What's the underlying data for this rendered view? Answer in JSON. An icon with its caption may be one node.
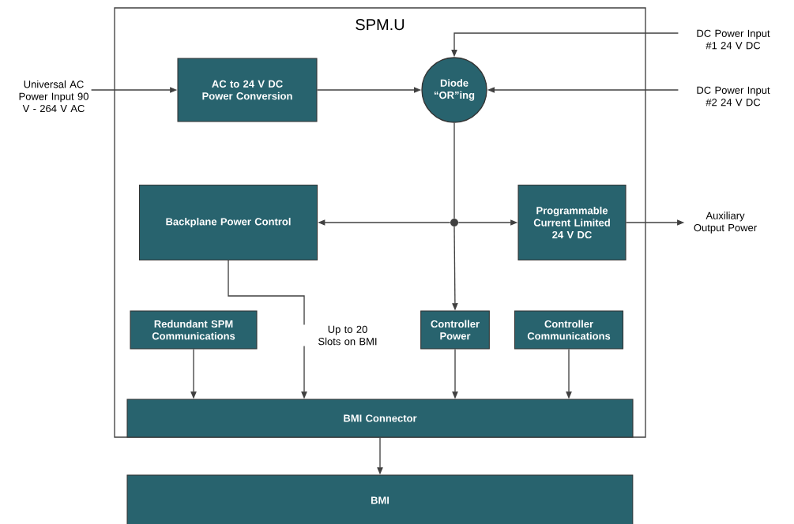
{
  "diagram": {
    "nodes": [
      {
        "text": [
          "SPM.U"
        ]
      },
      {
        "text": [
          "Universal AC Power Input 90 V - 264 V AC"
        ]
      },
      {
        "text": [
          "AC to 24 V DC Power Conversion"
        ],
        "in": 0
      },
      {
        "text": [
          "Diode “OR”ing"
        ],
        "in": 0
      },
      {
        "text": [
          "DC Power Input #1 24 V DC"
        ]
      },
      {
        "text": [
          "DC Power Input #2 24 V DC"
        ]
      },
      {
        "text": [
          "Backplane Power Control"
        ],
        "in": 0
      },
      {
        "text": [],
        "shape": "circle",
        "in": 0
      },
      {
        "text": [
          "Programmable Current Limited 24 V DC"
        ],
        "in": 0
      },
      {
        "text": [
          "Auxiliary Output Power"
        ]
      },
      {
        "text": [
          "Redundant SPM Communications"
        ],
        "in": 0
      },
      {
        "text": [
          "Controller Power"
        ],
        "in": 0
      },
      {
        "text": [
          "Controller Communications"
        ],
        "in": 0
      },
      {
        "text": [
          "BMI Connector"
        ],
        "in": 0
      },
      {
        "text": [
          "BMI"
        ]
      }
    ],
    "edges": [
      {
        "from": 1,
        "to": 2,
        "arrow": "to"
      },
      {
        "from": 2,
        "to": 3,
        "arrow": "to"
      },
      {
        "from": 4,
        "to": 3,
        "arrow": "to"
      },
      {
        "from": 5,
        "to": 3,
        "arrow": "to"
      },
      {
        "from": 3,
        "to": 7,
        "arrow": "none"
      },
      {
        "from": 7,
        "to": 6,
        "arrow": "to"
      },
      {
        "from": 7,
        "to": 8,
        "arrow": "to"
      },
      {
        "from": 7,
        "to": 11,
        "arrow": "to"
      },
      {
        "from": 8,
        "to": 9,
        "arrow": "to"
      },
      {
        "from": 6,
        "to": 13,
        "arrow": "to",
        "label": "Up to 20 Slots on BMI"
      },
      {
        "from": 10,
        "to": 13,
        "arrow": "to"
      },
      {
        "from": 11,
        "to": 13,
        "arrow": "to"
      },
      {
        "from": 12,
        "to": 13,
        "arrow": "to"
      },
      {
        "from": 13,
        "to": 14,
        "arrow": "to"
      }
    ]
  }
}
